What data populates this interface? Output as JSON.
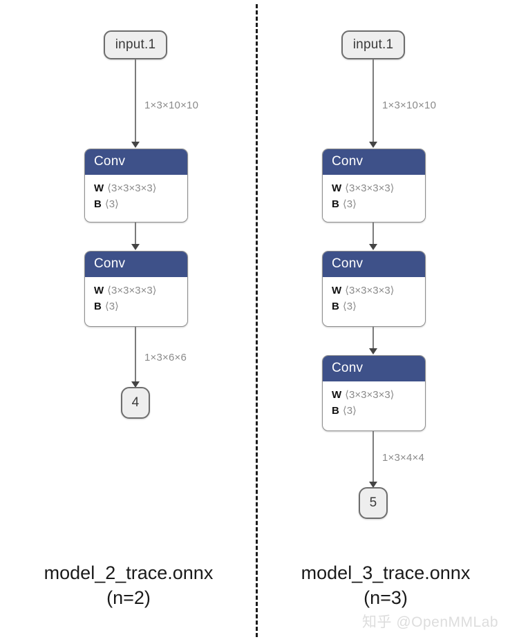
{
  "figure": {
    "background": "#ffffff",
    "divider_style": "dashed-vertical",
    "op_header_color": "#3e5189",
    "terminal_node_color": "#eeeeee",
    "edge_color": "#7b7b7b",
    "label_color": "#8a8a8a"
  },
  "panels": [
    {
      "id": "left",
      "caption_line1": "model_2_trace.onnx",
      "caption_line2": "(n=2)",
      "input_node": {
        "label": "input.1"
      },
      "output_node": {
        "label": "4"
      },
      "edges": [
        {
          "label": "1×3×10×10"
        },
        {
          "label": ""
        },
        {
          "label": "1×3×6×6"
        }
      ],
      "ops": [
        {
          "type": "Conv",
          "attrs": [
            {
              "key": "W",
              "value": "⟨3×3×3×3⟩"
            },
            {
              "key": "B",
              "value": "⟨3⟩"
            }
          ]
        },
        {
          "type": "Conv",
          "attrs": [
            {
              "key": "W",
              "value": "⟨3×3×3×3⟩"
            },
            {
              "key": "B",
              "value": "⟨3⟩"
            }
          ]
        }
      ]
    },
    {
      "id": "right",
      "caption_line1": "model_3_trace.onnx",
      "caption_line2": "(n=3)",
      "input_node": {
        "label": "input.1"
      },
      "output_node": {
        "label": "5"
      },
      "edges": [
        {
          "label": "1×3×10×10"
        },
        {
          "label": ""
        },
        {
          "label": ""
        },
        {
          "label": "1×3×4×4"
        }
      ],
      "ops": [
        {
          "type": "Conv",
          "attrs": [
            {
              "key": "W",
              "value": "⟨3×3×3×3⟩"
            },
            {
              "key": "B",
              "value": "⟨3⟩"
            }
          ]
        },
        {
          "type": "Conv",
          "attrs": [
            {
              "key": "W",
              "value": "⟨3×3×3×3⟩"
            },
            {
              "key": "B",
              "value": "⟨3⟩"
            }
          ]
        },
        {
          "type": "Conv",
          "attrs": [
            {
              "key": "W",
              "value": "⟨3×3×3×3⟩"
            },
            {
              "key": "B",
              "value": "⟨3⟩"
            }
          ]
        }
      ]
    }
  ],
  "watermark": {
    "text": "知乎 @OpenMMLab"
  }
}
